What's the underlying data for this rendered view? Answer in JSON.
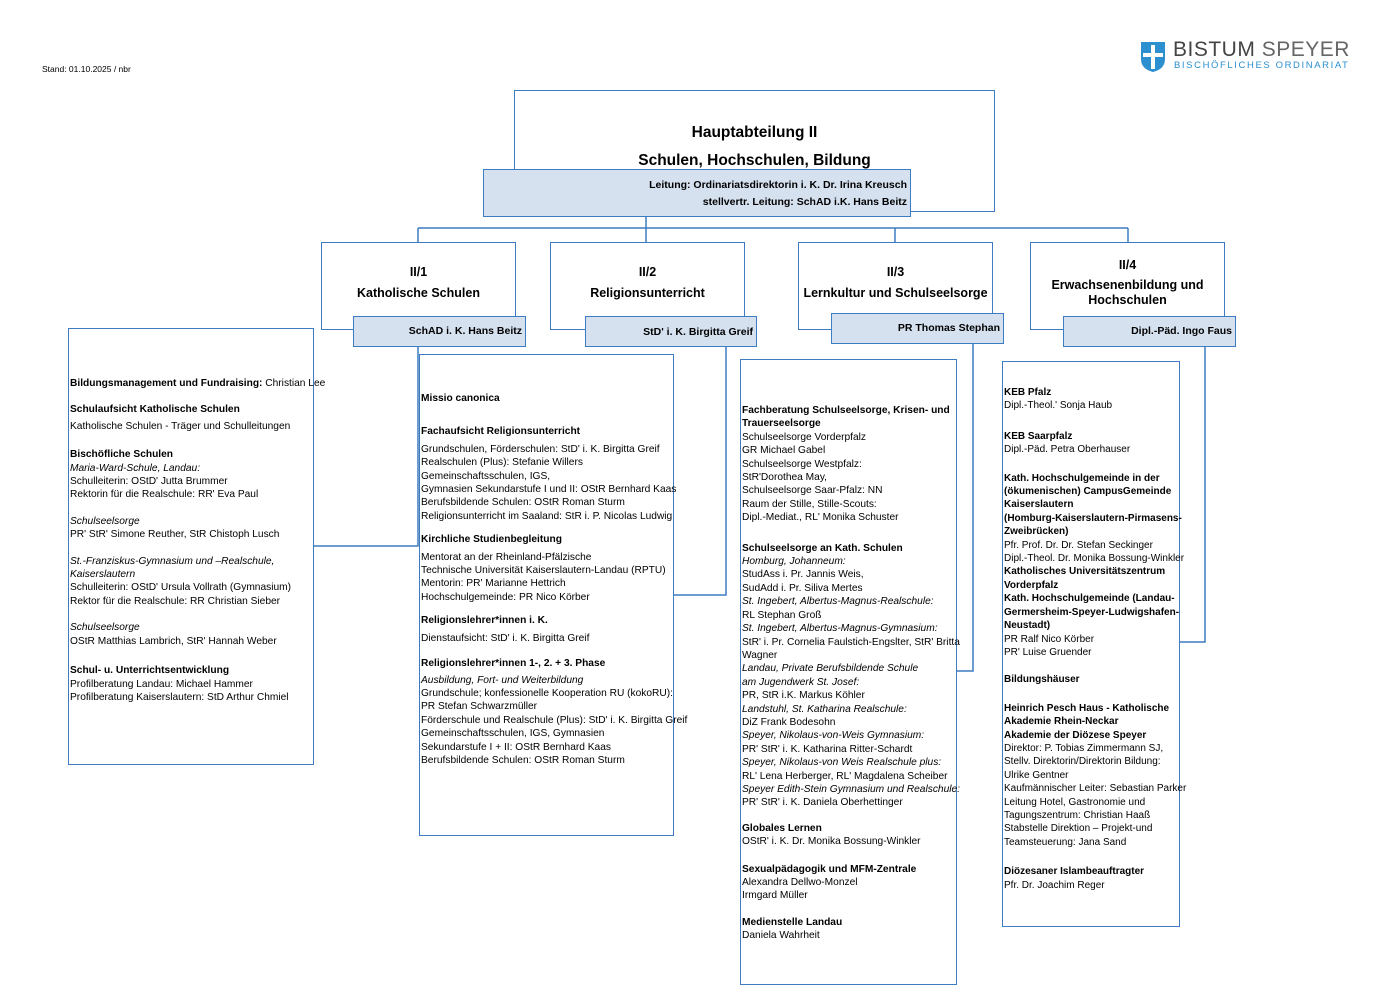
{
  "stand": "Stand: 01.10.2025 / nbr",
  "logo": {
    "name_a": "BISTUM",
    "name_b": "SPEYER",
    "subtitle": "BISCHÖFLICHES ORDINARIAT",
    "color": "#2b8fd0"
  },
  "main": {
    "title_1": "Hauptabteilung II",
    "title_2": "Schulen, Hochschulen, Bildung",
    "lead_1": "Leitung: Ordinariatsdirektorin i. K. Dr. Irina Kreusch",
    "lead_2": "stellvertr. Leitung: SchAD i.K. Hans Beitz"
  },
  "units": [
    {
      "code": "II/1",
      "name": "Katholische Schulen",
      "lead": "SchAD i. K. Hans Beitz"
    },
    {
      "code": "II/2",
      "name": "Religionsunterricht",
      "lead": "StD' i. K. Birgitta Greif"
    },
    {
      "code": "II/3",
      "name": "Lernkultur und Schulseelsorge",
      "lead": "PR Thomas Stephan"
    },
    {
      "code": "II/4",
      "name_1": "Erwachsenenbildung und",
      "name_2": "Hochschulen",
      "lead": "Dipl.-Päd. Ingo Faus"
    }
  ],
  "col1": {
    "bm_h": "Bildungsmanagement und Fundraising:",
    "bm_v": " Christian Lee",
    "sa_h": "Schulaufsicht Katholische Schulen",
    "sa_1": "Katholische Schulen - Träger und Schulleitungen",
    "bs_h": "Bischöfliche Schulen",
    "bs_1": "Maria-Ward-Schule, Landau:",
    "bs_2": "Schulleiterin: OStD' Jutta Brummer",
    "bs_3": "Rektorin für die Realschule: RR' Eva Paul",
    "ss1_h": "Schulseelsorge",
    "ss1_1": "PR' StR' Simone Reuther, StR Chistoph Lusch",
    "fr_1": "St.-Franziskus-Gymnasium und –Realschule,",
    "fr_2": "Kaiserslautern",
    "fr_3": "Schulleiterin: OStD' Ursula Vollrath (Gymnasium)",
    "fr_4": "Rektor für die Realschule: RR Christian Sieber",
    "ss2_h": "Schulseelsorge",
    "ss2_1": "OStR Matthias Lambrich, StR' Hannah Weber",
    "su_h": "Schul- u. Unterrichtsentwicklung",
    "su_1": "Profilberatung Landau: Michael Hammer",
    "su_2": "Profilberatung Kaiserslautern: StD Arthur Chmiel"
  },
  "col2": {
    "mc_h": "Missio canonica",
    "fa_h": "Fachaufsicht Religionsunterricht",
    "fa_1": " Grundschulen, Förderschulen: StD' i. K. Birgitta Greif",
    "fa_2": "Realschulen (Plus): Stefanie Willers",
    "fa_3": "Gemeinschaftsschulen, IGS,",
    "fa_4": "Gymnasien Sekundarstufe  I und II: OStR Bernhard Kaas",
    "fa_5": "Berufsbildende Schulen: OStR Roman Sturm",
    "fa_6": "Religionsunterricht im Saaland: StR i. P. Nicolas Ludwig",
    "ks_h": "Kirchliche Studienbegleitung",
    "ks_1": "Mentorat an der Rheinland-Pfälzische",
    "ks_2": "Technische Universität Kaiserslautern-Landau (RPTU)",
    "ks_3": "Mentorin: PR' Marianne Hettrich",
    "ks_4": "Hochschulgemeinde: PR Nico Körber",
    "rl_h": "Religionslehrer*innen i. K.",
    "rl_1": "Dienstaufsicht: StD' i. K. Birgitta Greif",
    "rp_h": "Religionslehrer*innen 1-, 2. + 3. Phase",
    "rp_1": "Ausbildung, Fort- und Weiterbildung",
    "rp_2": "Grundschule; konfessionelle Kooperation RU (kokoRU):",
    "rp_3": "PR Stefan Schwarzmüller",
    "rp_4": "Förderschule und Realschule (Plus): StD' i. K. Birgitta Greif",
    "rp_5": "Gemeinschaftsschulen, IGS, Gymnasien",
    "rp_6": "Sekundarstufe I + II: OStR Bernhard Kaas",
    "rp_7": "Berufsbildende Schulen: OStR Roman Sturm"
  },
  "col3": {
    "fb_h1": "Fachberatung Schulseelsorge, Krisen- und",
    "fb_h2": "Trauerseelsorge",
    "fb_1": "Schulseelsorge Vorderpfalz",
    "fb_2": " GR Michael Gabel",
    "fb_3": "Schulseelsorge Westpfalz:",
    "fb_4": "StR'Dorothea May,",
    "fb_5": "Schulseelsorge Saar-Pfalz: NN",
    "fb_6": "Raum der Stille, Stille-Scouts:",
    "fb_7": "Dipl.-Mediat., RL' Monika Schuster",
    "sk_h": "Schulseelsorge an Kath. Schulen",
    "sk_1": "Homburg, Johanneum:",
    "sk_2": "StudAss i. Pr. Jannis Weis,",
    "sk_3": "SudAdd i. Pr. Siliva Mertes",
    "sk_4": "St. Ingebert, Albertus-Magnus-Realschule:",
    "sk_5": "RL Stephan Groß",
    "sk_6": "St. Ingebert, Albertus-Magnus-Gymnasium:",
    "sk_7": "StR' i. Pr. Cornelia Faulstich-Engslter, StR' Britta",
    "sk_8": "Wagner",
    "sk_9": "Landau,  Private Berufsbildende Schule",
    "sk_10": "am Jugendwerk St. Josef:",
    "sk_11": "PR, StR i.K. Markus Köhler",
    "sk_12": "Landstuhl, St. Katharina Realschule:",
    "sk_13": "DiZ Frank Bodesohn",
    "sk_14": "Speyer, Nikolaus-von-Weis Gymnasium:",
    "sk_15": "PR' StR' i. K. Katharina Ritter-Schardt",
    "sk_16": "Speyer, Nikolaus-von Weis Realschule plus:",
    "sk_17": "RL' Lena Herberger, RL' Magdalena Scheiber",
    "sk_18": "Speyer Edith-Stein Gymnasium und Realschule:",
    "sk_19": "PR' StR' i. K. Daniela Oberhettinger",
    "gl_h": "Globales Lernen",
    "gl_1": "OStR' i. K. Dr. Monika Bossung-Winkler",
    "sx_h": "Sexualpädagogik und MFM-Zentrale",
    "sx_1": "Alexandra Dellwo-Monzel",
    "sx_2": "Irmgard Müller",
    "ms_h": "Medienstelle Landau",
    "ms_1": "Daniela Wahrheit"
  },
  "col4": {
    "kp_h": "KEB Pfalz",
    "kp_1": "Dipl.-Theol.' Sonja Haub",
    "ks_h": "KEB Saarpfalz",
    "ks_1": "Dipl.-Päd. Petra Oberhauser",
    "kh_h1": "Kath. Hochschulgemeinde in der",
    "kh_h2": "(ökumenischen) CampusGemeinde",
    "kh_h3": "Kaiserslautern",
    "kh_h4": " (Homburg-Kaiserslautern-Pirmasens-",
    "kh_h5": "Zweibrücken)",
    "kh_1": "Pfr. Prof. Dr. Dr. Stefan Seckinger",
    "kh_2": "Dipl.-Theol. Dr. Monika Bossung-Winkler",
    "ku_h1": "Katholisches Universitätszentrum",
    "ku_h2": "Vorderpfalz",
    "ku_h3": "Kath. Hochschulgemeinde (Landau-",
    "ku_h4": "Germersheim-Speyer-Ludwigshafen-",
    "ku_h5": "Neustadt)",
    "ku_1": "PR Ralf Nico Körber",
    "ku_2": "PR' Luise Gruender",
    "bh_h": "Bildungshäuser",
    "hp_h1": "Heinrich Pesch Haus - Katholische",
    "hp_h2": "Akademie Rhein-Neckar",
    "hp_h3": "Akademie der Diözese Speyer",
    "hp_1": "Direktor:  P. Tobias Zimmermann SJ,",
    "hp_2": "Stellv. Direktorin/Direktorin Bildung:",
    "hp_3": "Ulrike Gentner",
    "hp_4": "Kaufmännischer Leiter: Sebastian Parker",
    "hp_5": "Leitung Hotel, Gastronomie und",
    "hp_6": "Tagungszentrum: Christian Haaß",
    "hp_7": "Stabstelle Direktion – Projekt-und",
    "hp_8": "Teamsteuerung: Jana Sand",
    "ib_h": "Diözesaner Islambeauftragter",
    "ib_1": "Pfr. Dr. Joachim Reger"
  }
}
